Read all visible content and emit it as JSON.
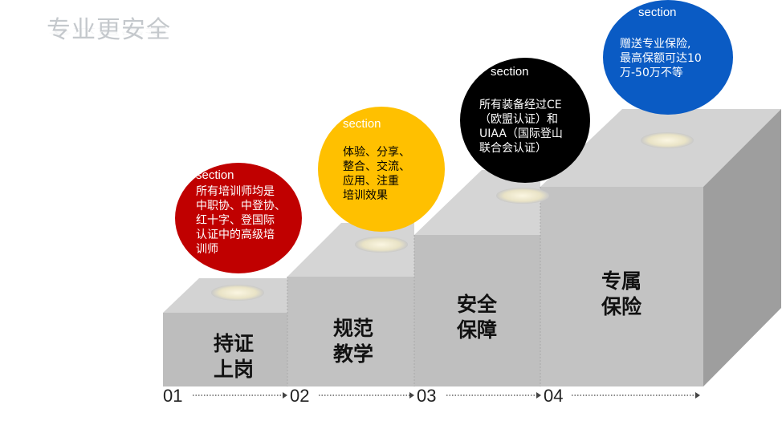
{
  "title": "专业更安全",
  "steps": [
    {
      "number": "01",
      "label_line1": "持证",
      "label_line2": "上岗",
      "circle": {
        "heading": "section",
        "lines": [
          "所有培训师均是",
          "中职协、中登协、",
          "红十字、登国际",
          "认证中的高级培",
          "训师"
        ],
        "color": "#c00000"
      }
    },
    {
      "number": "02",
      "label_line1": "规范",
      "label_line2": "教学",
      "circle": {
        "heading": "section",
        "lines": [
          "体验、分享、",
          "整合、交流、",
          "应用、注重",
          "培训效果"
        ],
        "color": "#ffc000"
      }
    },
    {
      "number": "03",
      "label_line1": "安全",
      "label_line2": "保障",
      "circle": {
        "heading": "section",
        "lines": [
          "所有装备经过CE",
          "（欧盟认证）和",
          "UIAA（国际登山",
          "联合会认证）"
        ],
        "color": "#000000"
      }
    },
    {
      "number": "04",
      "label_line1": "专属",
      "label_line2": "保险",
      "circle": {
        "heading": "section",
        "lines": [
          "赠送专业保险,",
          "最高保额可达10",
          "万-50万不等"
        ],
        "color": "#0a5bc4"
      }
    }
  ]
}
